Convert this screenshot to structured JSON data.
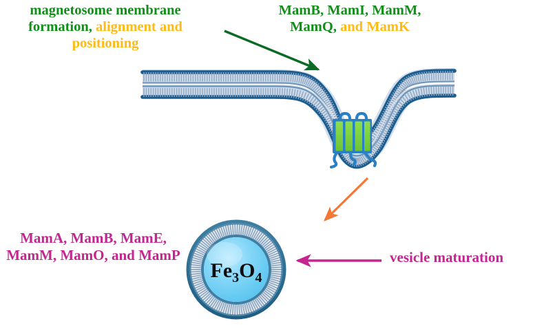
{
  "diagram": {
    "title_hidden": "",
    "labels": {
      "membrane_formation_primary": "magnetosome membrane formation,",
      "membrane_formation_accent": "alignment and positioning",
      "mam_genes_top_primary": "MamB, MamI, MamM, MamQ,",
      "mam_genes_top_accent": "and MamK",
      "mam_genes_vesicle": "MamA, MamB, MamE, MamM, MamO, and MamP",
      "vesicle_maturation": "vesicle maturation",
      "core_formula_main": "Fe",
      "core_formula_sub1": "3",
      "core_formula_mid": "O",
      "core_formula_sub2": "4"
    },
    "colors": {
      "green_text": "#109018",
      "gold_text": "#fdbb14",
      "magenta_text": "#c42590",
      "green_arrow": "#0b6b26",
      "orange_arrow": "#f47735",
      "magenta_arrow": "#c42590",
      "membrane_head_dark": "#1c5d8f",
      "membrane_tail_light": "#b9cade",
      "membrane_outline": "#1d6494",
      "protein_green": "#78d13c",
      "protein_outline": "#2980c4",
      "vesicle_core": "#7fd4f5",
      "vesicle_rim": "#2a6d96",
      "background": "#ffffff"
    },
    "elements": {
      "membrane_name": "lipid-bilayer-membrane",
      "invagination_name": "membrane-invagination",
      "protein_complex_name": "mam-protein-complex",
      "vesicle_name": "magnetosome-vesicle",
      "arrow_green_name": "green-arrow-to-membrane",
      "arrow_orange_name": "orange-arrow-to-vesicle",
      "arrow_magenta_name": "magenta-arrow-to-vesicle"
    }
  }
}
